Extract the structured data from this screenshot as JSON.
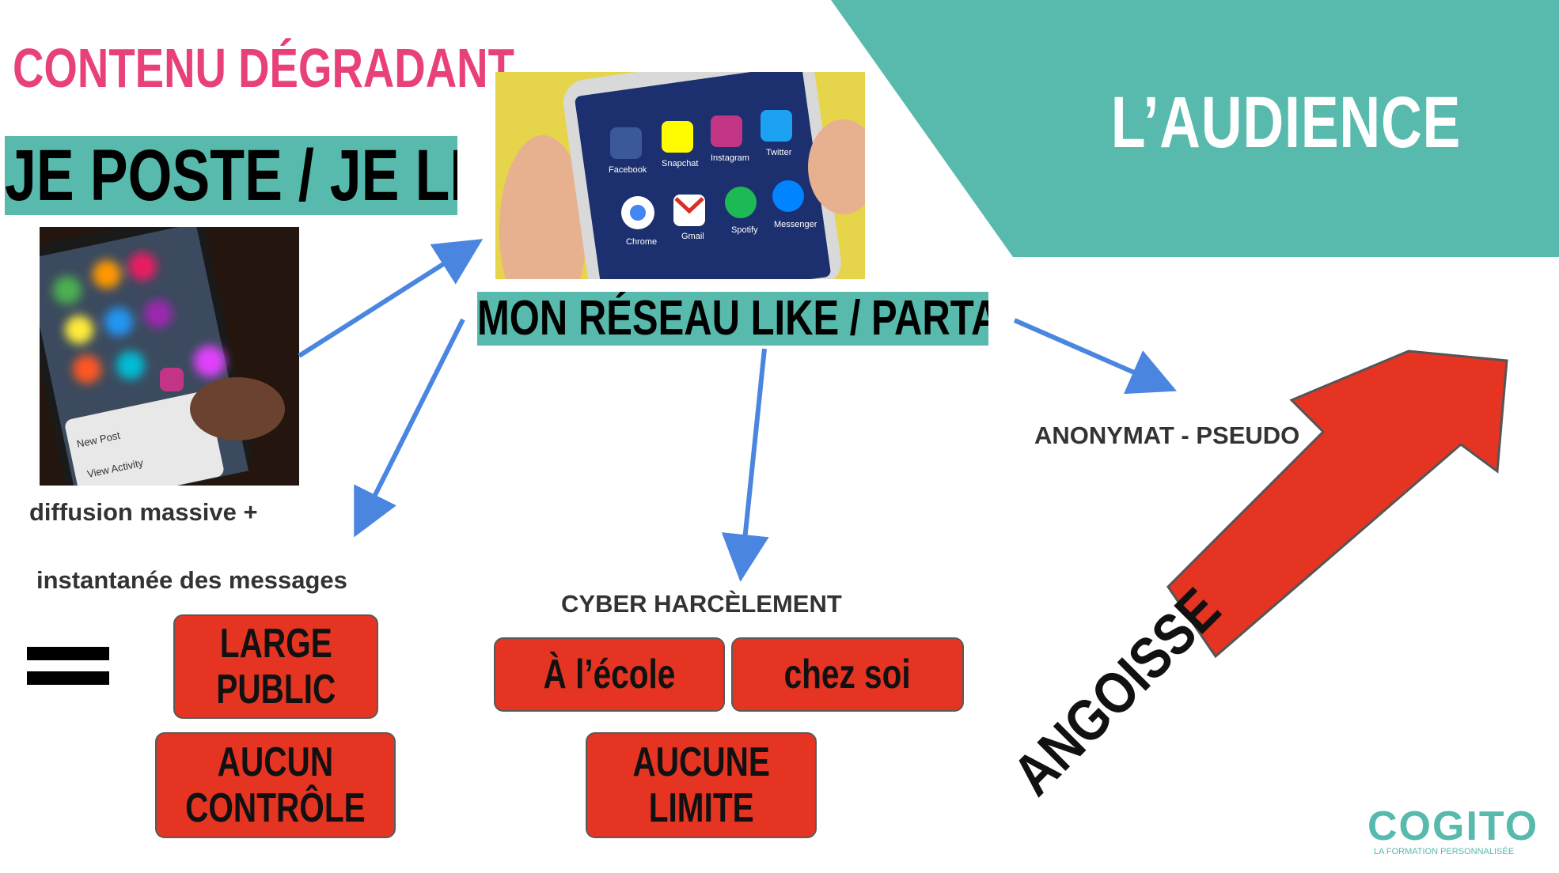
{
  "header": {
    "audience_title": "L’AUDIENCE",
    "contenu_title": "CONTENU DÉGRADANT",
    "je_poste": "JE POSTE / JE LIKE"
  },
  "center": {
    "reseau_label": "MON RÉSEAU LIKE / PARTAGE"
  },
  "captions": {
    "diffusion_line1": "diffusion massive +",
    "diffusion_line2": "instantanée des messages",
    "cyber": "CYBER HARCÈLEMENT",
    "anonymat": "ANONYMAT - PSEUDO"
  },
  "buttons": {
    "large_public": "LARGE\nPUBLIC",
    "aucun_controle": "AUCUN\nCONTRÔLE",
    "a_lecole": "À l’école",
    "chez_soi": "chez soi",
    "aucune_limite": "AUCUNE\nLIMITE"
  },
  "angoisse": "ANGOISSE",
  "photo_center_apps": [
    "Facebook",
    "Snapchat",
    "Instagram",
    "Twitter",
    "Chrome",
    "Gmail",
    "Spotify",
    "Messenger"
  ],
  "photo_left_menu": [
    "New Post",
    "View Activity"
  ],
  "logo": {
    "name": "COGITO",
    "tagline": "LA FORMATION PERSONNALISÉE"
  },
  "colors": {
    "teal": "#58b9ad",
    "pink": "#e8417a",
    "red": "#e53422",
    "arrow_blue": "#4a86e0"
  }
}
